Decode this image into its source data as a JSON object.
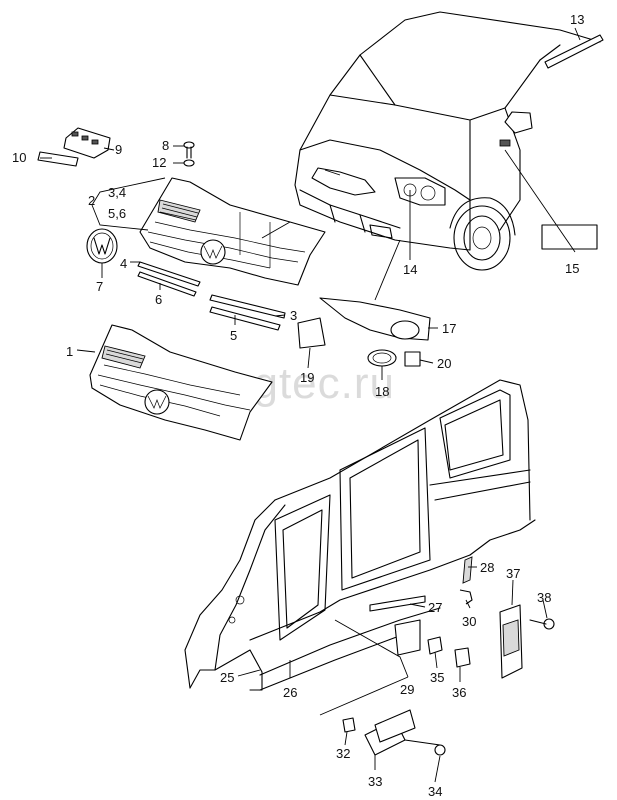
{
  "watermark": "vagtec.ru",
  "callouts": {
    "c1": "1",
    "c2": "2",
    "c34": "3,4",
    "c56": "5,6",
    "c3": "3",
    "c4": "4",
    "c5": "5",
    "c6": "6",
    "c7": "7",
    "c8": "8",
    "c9": "9",
    "c10": "10",
    "c12": "12",
    "c13": "13",
    "c14": "14",
    "c15": "15",
    "c17": "17",
    "c18": "18",
    "c19": "19",
    "c20": "20",
    "c25": "25",
    "c26": "26",
    "c27": "27",
    "c28": "28",
    "c29": "29",
    "c30": "30",
    "c32": "32",
    "c33": "33",
    "c34b": "34",
    "c35": "35",
    "c36": "36",
    "c37": "37",
    "c38": "38"
  }
}
